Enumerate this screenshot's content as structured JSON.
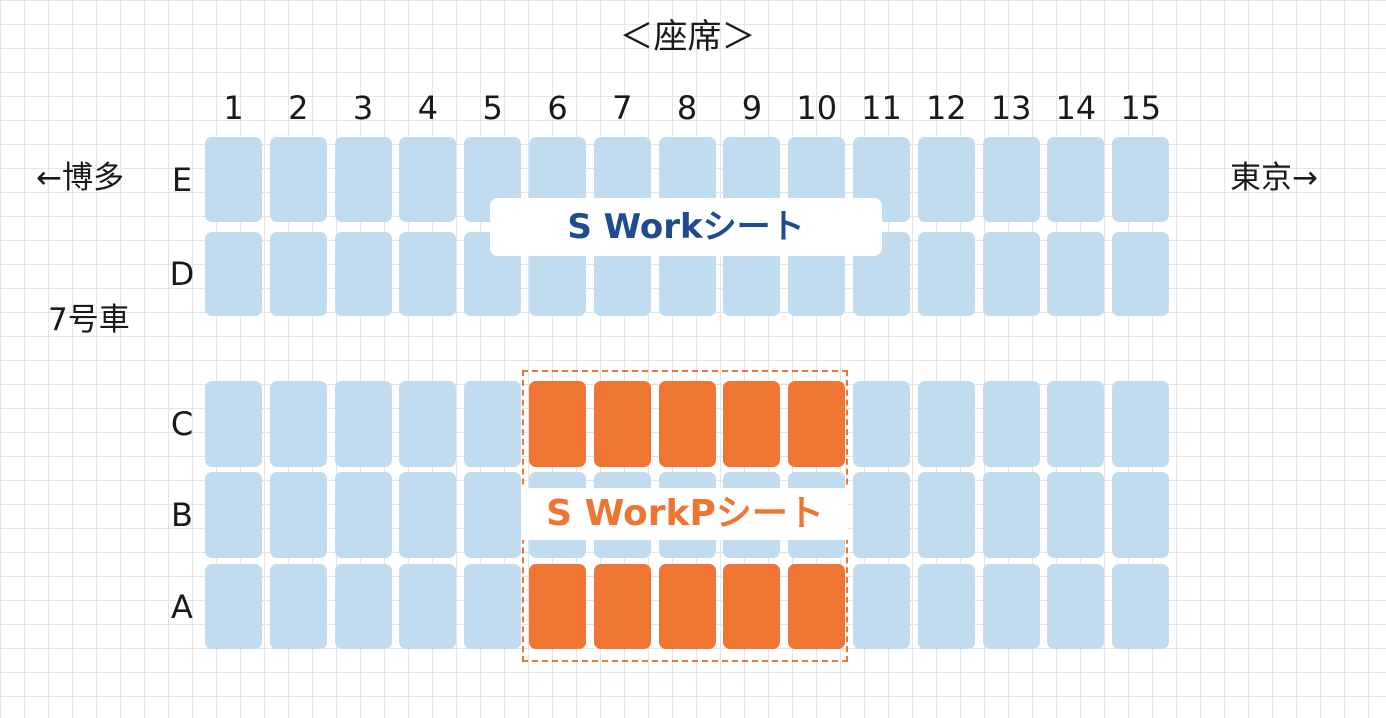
{
  "title": "＜座席＞",
  "left_direction": "←博多",
  "right_direction": "東京→",
  "car_label": "7号車",
  "columns": [
    "1",
    "2",
    "3",
    "4",
    "5",
    "6",
    "7",
    "8",
    "9",
    "10",
    "11",
    "12",
    "13",
    "14",
    "15"
  ],
  "rows": [
    "E",
    "D",
    "C",
    "B",
    "A"
  ],
  "legend": {
    "s_work": "S Workシート",
    "s_work_p": "S WorkPシート"
  },
  "colors": {
    "seat_standard": "#c2dcef",
    "seat_p": "#ef7532",
    "s_work_text": "#1f4b8f",
    "s_work_p_text": "#ef7532"
  },
  "p_seats": {
    "columns": [
      6,
      7,
      8,
      9,
      10
    ],
    "rows": [
      "C",
      "A"
    ]
  }
}
